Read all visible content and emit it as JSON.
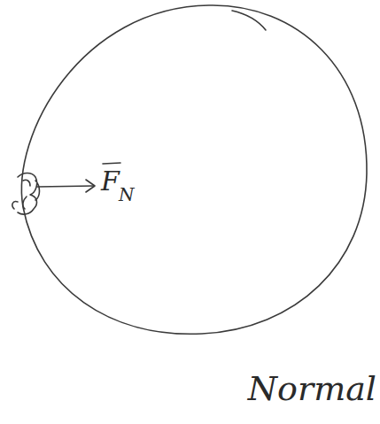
{
  "diagram": {
    "caption": "Normal",
    "labels": [
      "F",
      "N"
    ]
  }
}
